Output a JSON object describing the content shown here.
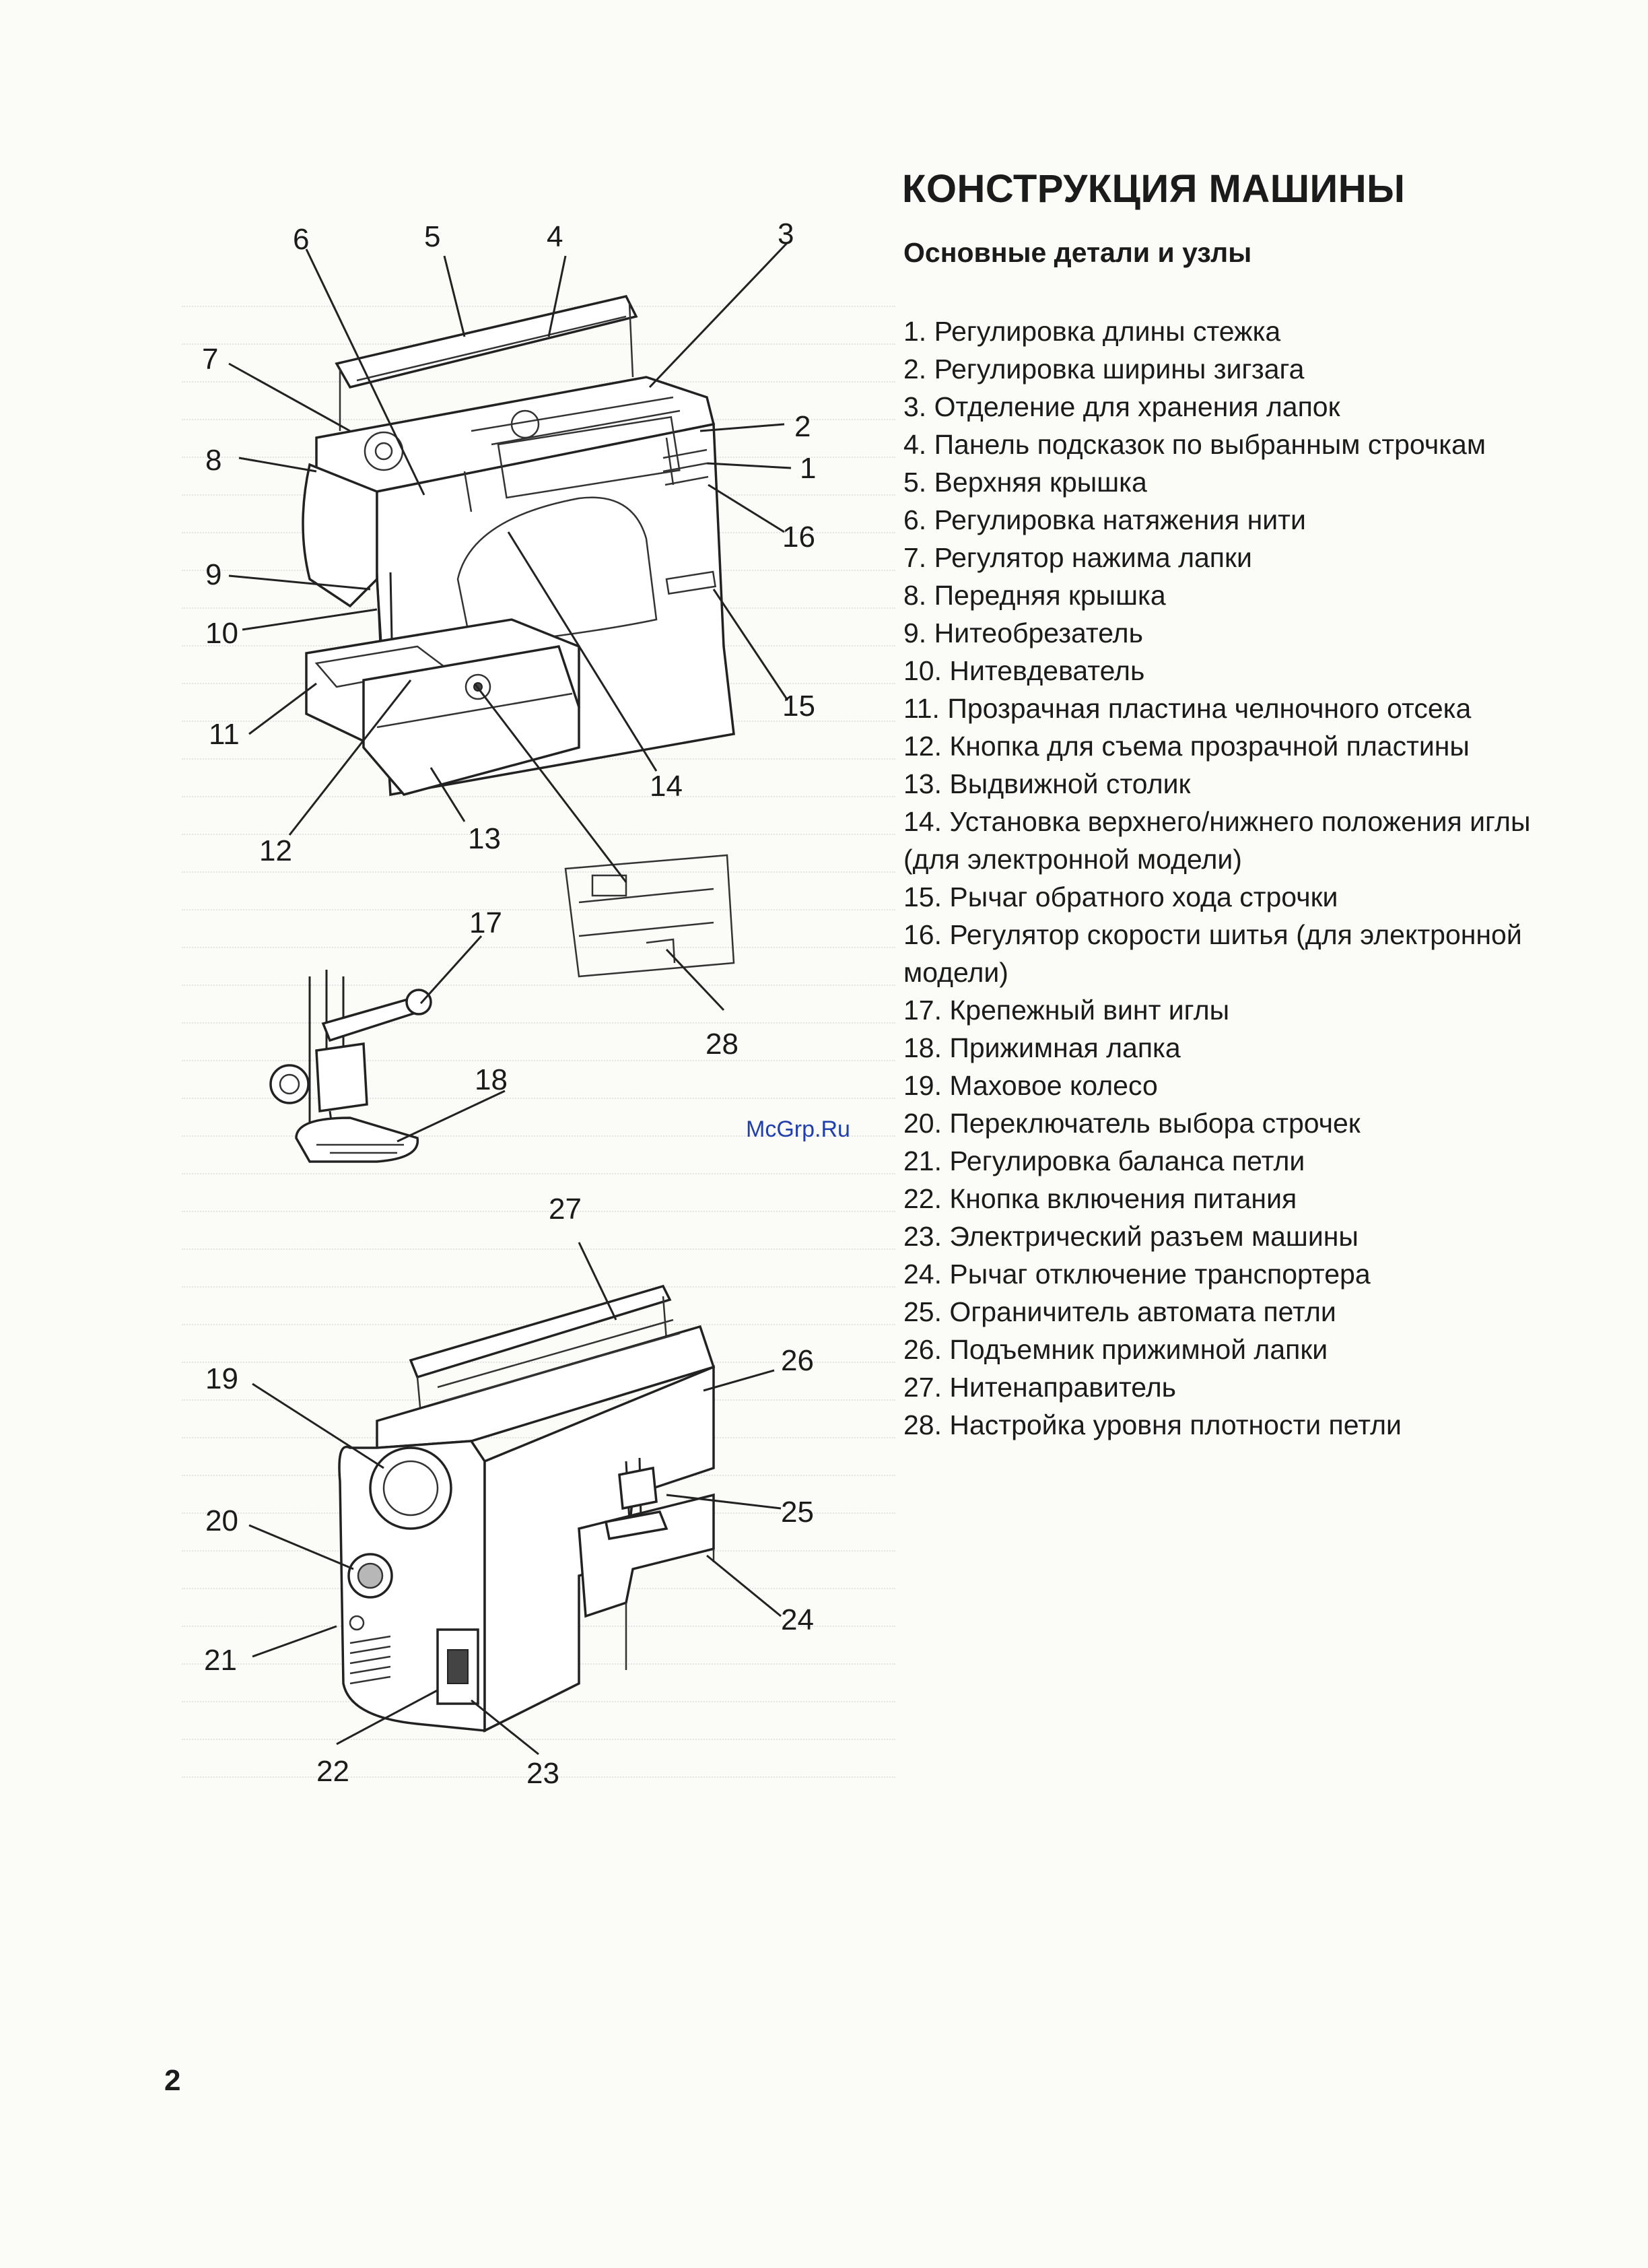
{
  "heading": {
    "title": "КОНСТРУКЦИЯ МАШИНЫ",
    "subtitle": "Основные детали и узлы"
  },
  "parts": [
    "1. Регулировка длины стежка",
    "2. Регулировка ширины зигзага",
    "3. Отделение для хранения лапок",
    "4. Панель подсказок по выбранным строчкам",
    "5. Верхняя крышка",
    "6. Регулировка натяжения нити",
    "7. Регулятор нажима лапки",
    "8. Передняя крышка",
    "9. Нитеобрезатель",
    "10. Нитевдеватель",
    "11. Прозрачная пластина челночного отсека",
    "12. Кнопка для съема прозрачной пластины",
    "13. Выдвижной столик",
    "14. Установка верхнего/нижнего положения иглы (для электронной модели)",
    "15. Рычаг обратного хода строчки",
    "16. Регулятор скорости шитья (для электронной модели)",
    "17. Крепежный винт иглы",
    "18. Прижимная лапка",
    "19. Маховое колесо",
    "20. Переключатель выбора строчек",
    "21. Регулировка баланса петли",
    "22. Кнопка включения питания",
    "23. Электрический разъем машины",
    "24. Рычаг отключение транспортера",
    "25. Ограничитель автомата петли",
    "26. Подъемник прижимной лапки",
    "27. Нитенаправитель",
    "28. Настройка уровня плотности петли"
  ],
  "callouts": {
    "n1": "1",
    "n2": "2",
    "n3": "3",
    "n4": "4",
    "n5": "5",
    "n6": "6",
    "n7": "7",
    "n8": "8",
    "n9": "9",
    "n10": "10",
    "n11": "11",
    "n12": "12",
    "n13": "13",
    "n14": "14",
    "n15": "15",
    "n16": "16",
    "n17": "17",
    "n18": "18",
    "n19": "19",
    "n20": "20",
    "n21": "21",
    "n22": "22",
    "n23": "23",
    "n24": "24",
    "n25": "25",
    "n26": "26",
    "n27": "27",
    "n28": "28"
  },
  "watermark": "McGrp.Ru",
  "page_number": "2"
}
